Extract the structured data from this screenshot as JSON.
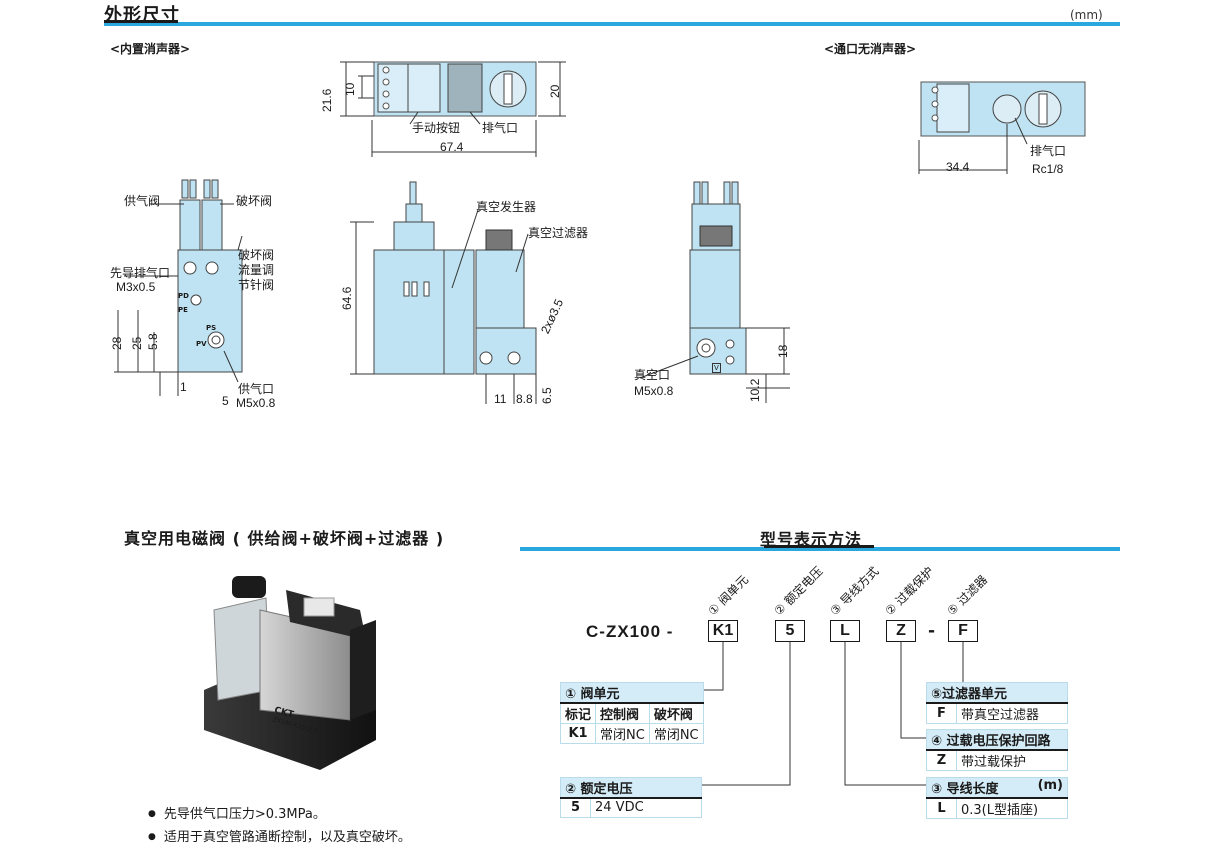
{
  "header": {
    "title": "外形尺寸",
    "unit": "(mm)"
  },
  "sections": {
    "builtin_silencer": "<内置消声器>",
    "no_silencer": "<通口无消声器>"
  },
  "drawing_top": {
    "dims": {
      "h21_6": "21.6",
      "h10": "10",
      "w20": "20",
      "w67_4": "67.4"
    },
    "labels": {
      "manual_button": "手动按钮",
      "exhaust": "排气口"
    }
  },
  "drawing_top_right": {
    "dims": {
      "w34_4": "34.4"
    },
    "labels": {
      "exhaust": "排气口",
      "rc": "Rc1/8"
    }
  },
  "drawing_front": {
    "labels": {
      "supply_valve": "供气阀",
      "break_valve": "破坏阀",
      "break_flow_1": "破坏阀",
      "break_flow_2": "流量调",
      "break_flow_3": "节针阀",
      "pilot_exhaust": "先导排气口",
      "pilot_thread": "M3x0.5",
      "supply_port": "供气口",
      "supply_thread": "M5x0.8"
    },
    "dims": {
      "d28": "28",
      "d25": "25",
      "d5_8": "5.8",
      "d1": "1",
      "d5": "5"
    },
    "port_marks": [
      "PD",
      "PE",
      "PS",
      "PV"
    ]
  },
  "drawing_side": {
    "labels": {
      "generator": "真空发生器",
      "filter": "真空过滤器"
    },
    "dims": {
      "h64_6": "64.6",
      "hole": "2xø3.5",
      "d11": "11",
      "d8_8": "8.8",
      "d6_5": "6.5"
    }
  },
  "drawing_back": {
    "labels": {
      "vacuum_port": "真空口",
      "vacuum_thread": "M5x0.8",
      "v_mark": "V"
    },
    "dims": {
      "d18": "18",
      "d10_2": "10.2"
    }
  },
  "product": {
    "title": "真空用电磁阀 ( 供给阀+破坏阀+过滤器 )",
    "photo_brand": "CKT",
    "photo_model": "ZX100-K15LZ-F",
    "bullets": [
      "先导供气口压力>0.3MPa。",
      "适用于真空管路通断控制，以及真空破坏。"
    ]
  },
  "model": {
    "title": "型号表示方法",
    "prefix": "C-ZX100 -",
    "codes": [
      "K1",
      "5",
      "L",
      "Z",
      "F"
    ],
    "dash": "-",
    "rot_labels": [
      "① 阀单元",
      "② 额定电压",
      "③ 导线方式",
      "② 过载保护",
      "⑤ 过滤器"
    ],
    "valve_table": {
      "title": "① 阀单元",
      "headers": [
        "标记",
        "控制阀",
        "破坏阀"
      ],
      "row": [
        "K1",
        "常闭NC",
        "常闭NC"
      ]
    },
    "voltage_table": {
      "title": "② 额定电压",
      "row": [
        "5",
        "24 VDC"
      ]
    },
    "filter_table": {
      "title": "⑤过滤器单元",
      "row": [
        "F",
        "带真空过滤器"
      ]
    },
    "protect_table": {
      "title": "④ 过载电压保护回路",
      "row": [
        "Z",
        "带过载保护"
      ]
    },
    "wire_table": {
      "title": "③ 导线长度",
      "unit": "(m)",
      "row": [
        "L",
        "0.3(L型插座)"
      ]
    }
  },
  "colors": {
    "accent": "#2aa7dc",
    "body": "#bfe3f2",
    "table_head": "#d4ecf7"
  }
}
